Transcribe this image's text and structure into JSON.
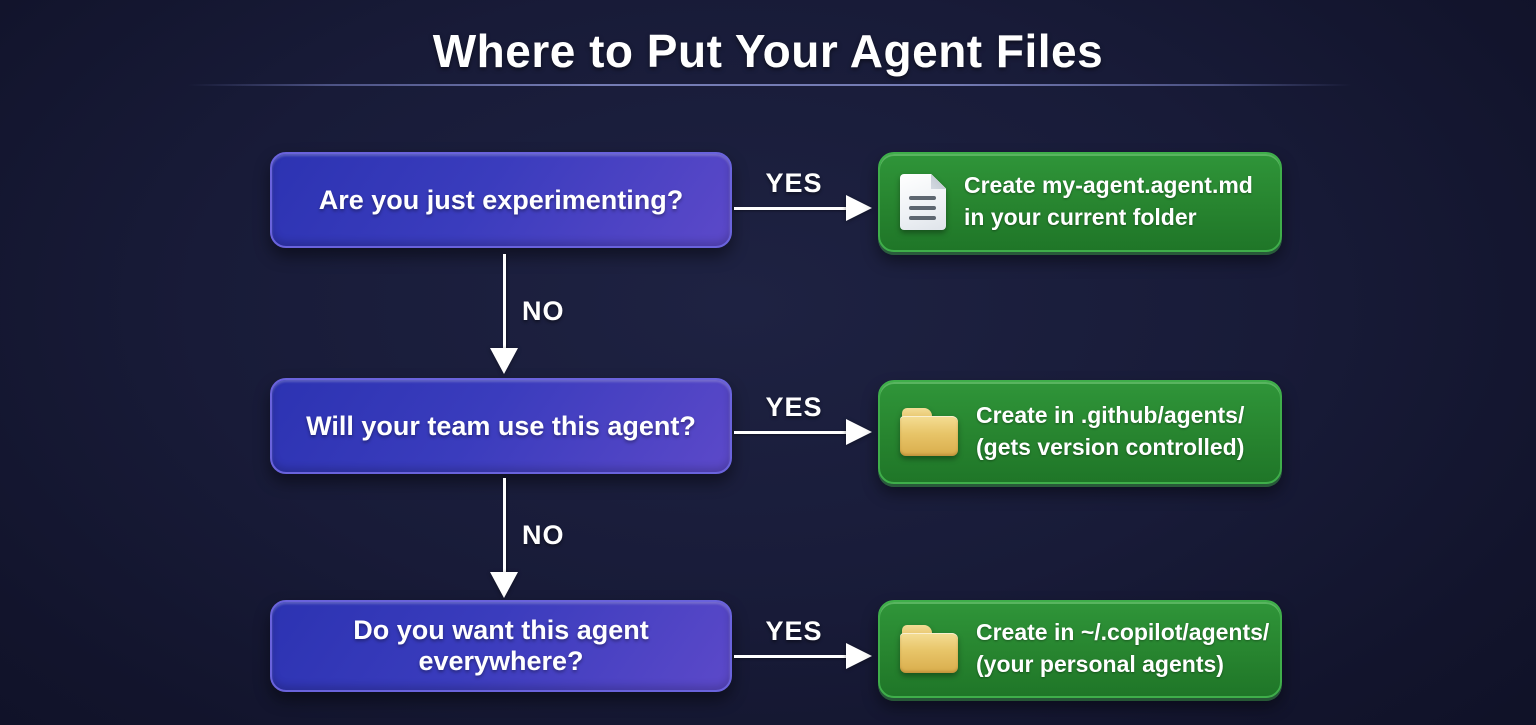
{
  "title": "Where to Put Your Agent Files",
  "colors": {
    "background": "#171a36",
    "decision_box_gradient_start": "#2c33b2",
    "decision_box_gradient_end": "#5c49c9",
    "decision_box_border": "#6a63dc",
    "result_box_fill": "#27842f",
    "result_box_border": "#3fae4a",
    "arrow": "#ffffff",
    "folder_icon": "#e7c468",
    "document_icon": "#f0f2f5"
  },
  "rows": [
    {
      "question": "Are you just experimenting?",
      "yes_label": "YES",
      "no_label": "NO",
      "result": {
        "icon": "document-icon",
        "line1": "Create my-agent.agent.md",
        "line2": "in your current folder"
      }
    },
    {
      "question": "Will your team use this agent?",
      "yes_label": "YES",
      "no_label": "NO",
      "result": {
        "icon": "folder-icon",
        "line1": "Create in .github/agents/",
        "line2": "(gets version controlled)"
      }
    },
    {
      "question": "Do you want this agent everywhere?",
      "yes_label": "YES",
      "result": {
        "icon": "folder-icon",
        "line1": "Create in ~/.copilot/agents/",
        "line2": "(your personal agents)"
      }
    }
  ]
}
